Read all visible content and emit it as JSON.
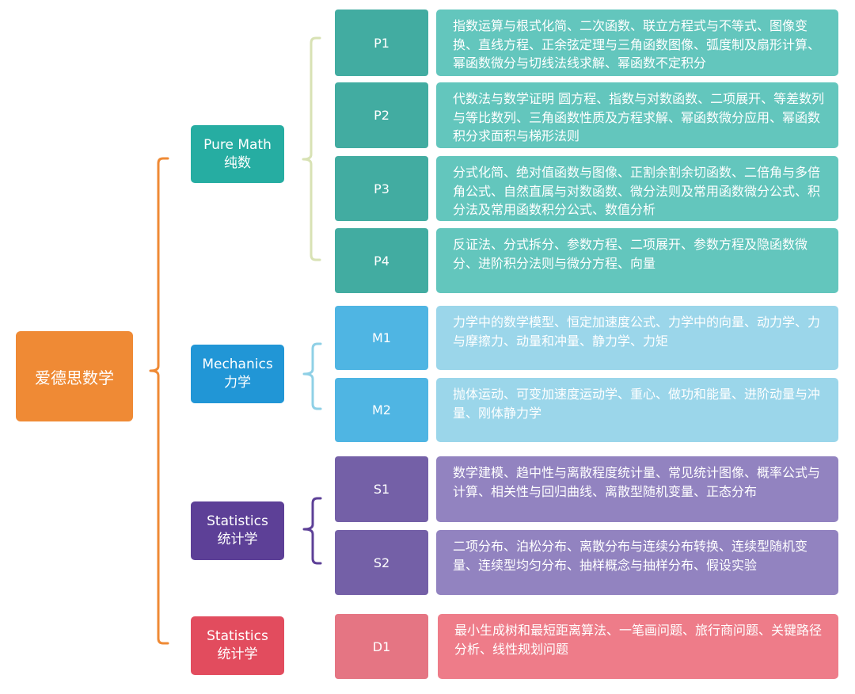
{
  "root": {
    "label": "爱德思数学",
    "color": "#ef8a35"
  },
  "groups": [
    {
      "id": "pure",
      "title_en": "Pure Math",
      "title_cn": "纯数",
      "color": "#26ada2",
      "bracket_color": "#d8e2b4",
      "modules": [
        {
          "code": "P1",
          "code_color": "#42aca1",
          "desc_color": "#63c6bd",
          "desc": "指数运算与根式化简、二次函数、联立方程式与不等式、图像变换、直线方程、正余弦定理与三角函数图像、弧度制及扇形计算、幂函数微分与切线法线求解、幂函数不定积分"
        },
        {
          "code": "P2",
          "code_color": "#42aca1",
          "desc_color": "#63c6bd",
          "desc": "代数法与数学证明 圆方程、指数与对数函数、二项展开、等差数列与等比数列、三角函数性质及方程求解、幂函数微分应用、幂函数积分求面积与梯形法则"
        },
        {
          "code": "P3",
          "code_color": "#42aca1",
          "desc_color": "#63c6bd",
          "desc": "分式化简、绝对值函数与图像、正割余割余切函数、二倍角与多倍角公式、自然直属与对数函数、微分法则及常用函数微分公式、积分法及常用函数积分公式、数值分析"
        },
        {
          "code": "P4",
          "code_color": "#42aca1",
          "desc_color": "#63c6bd",
          "desc": "反证法、分式拆分、参数方程、二项展开、参数方程及隐函数微分、进阶积分法则与微分方程、向量"
        }
      ]
    },
    {
      "id": "mech",
      "title_en": "Mechanics",
      "title_cn": "力学",
      "color": "#2196d6",
      "bracket_color": "#8fd0e6",
      "modules": [
        {
          "code": "M1",
          "code_color": "#4fb5e3",
          "desc_color": "#9bd6ea",
          "desc": "力学中的数学模型、恒定加速度公式、力学中的向量、动力学、力与摩擦力、动量和冲量、静力学、力矩"
        },
        {
          "code": "M2",
          "code_color": "#4fb5e3",
          "desc_color": "#9bd6ea",
          "desc": "抛体运动、可变加速度运动学、重心、做功和能量、进阶动量与冲量、刚体静力学"
        }
      ]
    },
    {
      "id": "stats",
      "title_en": "Statistics",
      "title_cn": "统计学",
      "color": "#5d4097",
      "bracket_color": "#5d4097",
      "modules": [
        {
          "code": "S1",
          "code_color": "#7460a7",
          "desc_color": "#9283c0",
          "desc": "数学建模、趋中性与离散程度统计量、常见统计图像、概率公式与计算、相关性与回归曲线、离散型随机变量、正态分布"
        },
        {
          "code": "S2",
          "code_color": "#7460a7",
          "desc_color": "#9283c0",
          "desc": "二项分布、泊松分布、离散分布与连续分布转换、连续型随机变量、连续型均匀分布、抽样概念与抽样分布、假设实验"
        }
      ]
    },
    {
      "id": "decision",
      "title_en": "Statistics",
      "title_cn": "统计学",
      "color": "#e24c5e",
      "bracket_color": "#e24c5e",
      "modules": [
        {
          "code": "D1",
          "code_color": "#e57583",
          "desc_color": "#ee7c89",
          "desc": "最小生成树和最短距离算法、一笔画问题、旅行商问题、关键路径分析、线性规划问题"
        }
      ]
    }
  ],
  "root_bracket_color": "#ef8a35"
}
